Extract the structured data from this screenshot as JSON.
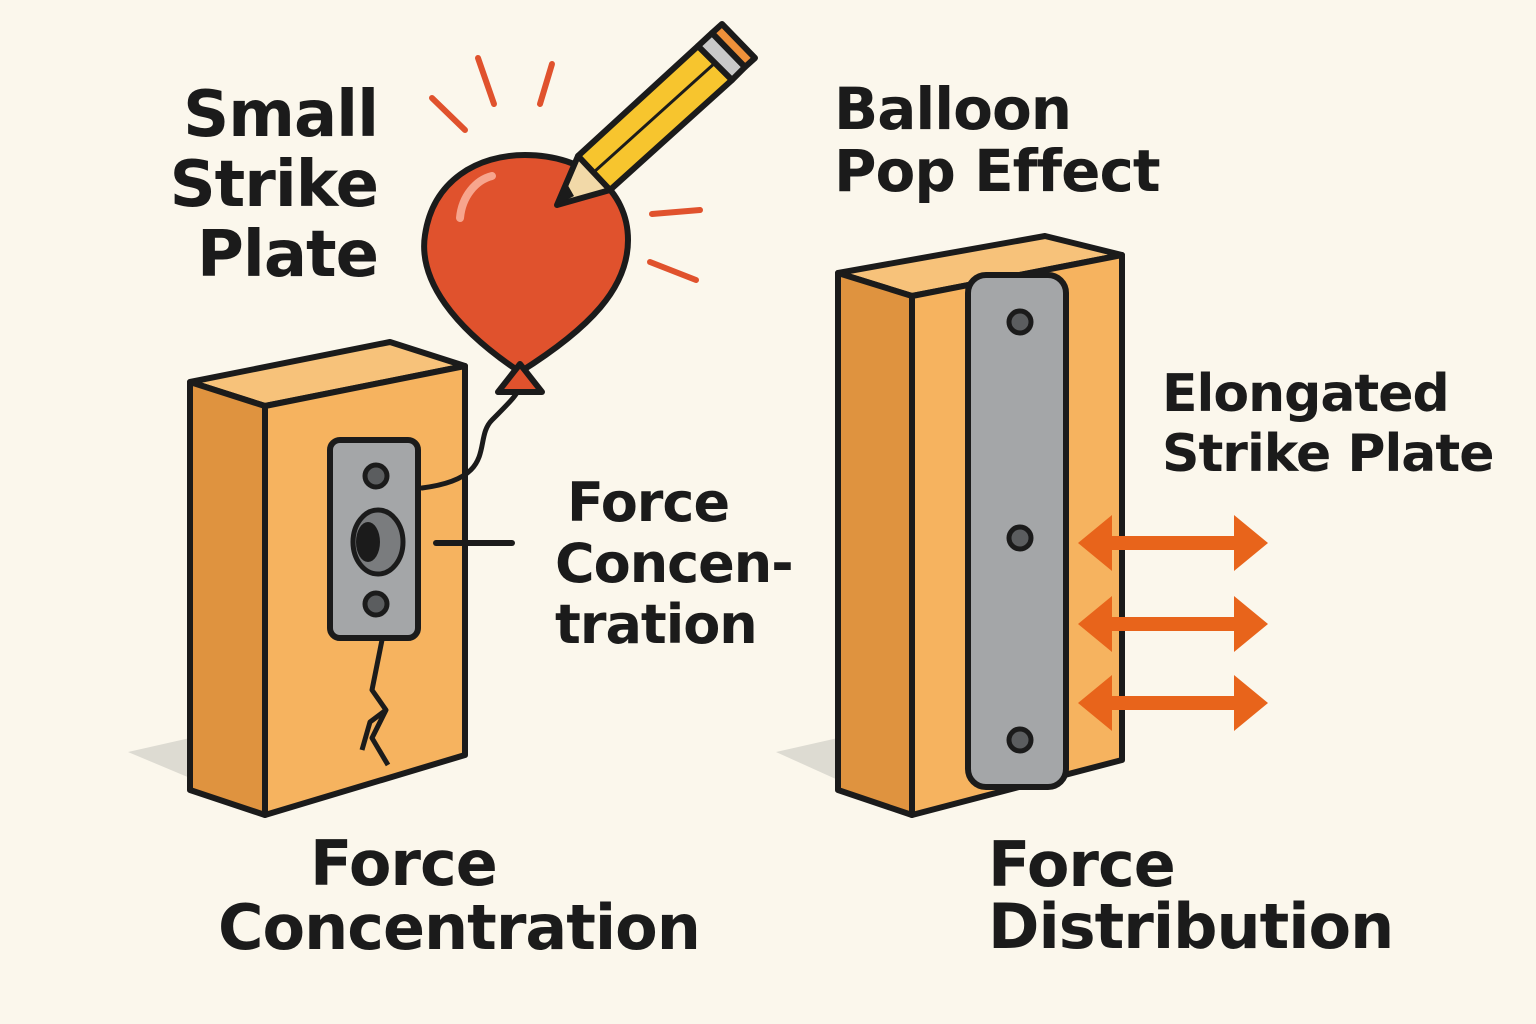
{
  "colors": {
    "background": "#fbf7ec",
    "wood_front": "#f6b35f",
    "wood_side": "#df933f",
    "wood_top": "#f7c27a",
    "outline": "#1b1b1b",
    "plate": "#a4a6a8",
    "balloon": "#e0522d",
    "pencil_body": "#f7c52e",
    "pencil_eraser": "#f0913a",
    "arrow": "#e8641b",
    "spark": "#e0522d",
    "shadow": "#dddbd2"
  },
  "icons": {
    "balloon": "balloon-icon",
    "pencil": "pencil-icon",
    "arrows": "double-arrow-icon",
    "crack": "crack-icon",
    "sparks": "spark-lines-icon"
  },
  "left": {
    "title_lines": [
      "Small",
      "Strike",
      "Plate"
    ],
    "callout_lines": [
      "Force",
      "Concen-",
      "tration"
    ],
    "caption_lines": [
      "Force",
      "Concentration"
    ]
  },
  "right": {
    "title_lines": [
      "Balloon",
      "Pop Effect"
    ],
    "side_label_lines": [
      "Elongated",
      "Strike Plate"
    ],
    "caption_lines": [
      "Force",
      "Distribution"
    ],
    "arrow_count": 3
  }
}
